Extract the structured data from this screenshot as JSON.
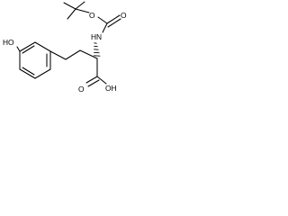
{
  "molecule": {
    "labels": {
      "hydroxyl": "HO",
      "amine": "HN",
      "carbamate_oxygen": "O",
      "carbonyl_oxygen_boc": "O",
      "carbonyl_oxygen_acid": "O",
      "acid_hydroxyl": "OH"
    },
    "colors": {
      "bonds": "#000000",
      "labels": "#000000",
      "background": "#ffffff"
    }
  }
}
